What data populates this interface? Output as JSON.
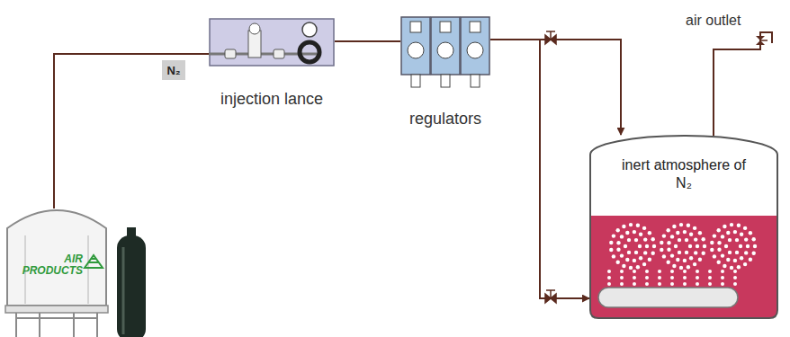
{
  "diagram": {
    "nodes": [
      {
        "text": [
          "AIR PRODUCTS"
        ]
      },
      {
        "text": [
          "injection lance"
        ]
      },
      {
        "text": [
          "regulators"
        ]
      },
      {
        "text": [
          "inert atmosphere of N₂"
        ]
      }
    ],
    "edges": [
      {
        "from": 0,
        "to": 1,
        "arrow": "none",
        "label": "N₂"
      },
      {
        "from": 1,
        "to": 2,
        "arrow": "none"
      },
      {
        "from": 2,
        "to": 3,
        "arrow": "to"
      },
      {
        "from": 2,
        "to": 3,
        "arrow": "to"
      }
    ],
    "labels": [
      "air outlet"
    ]
  }
}
